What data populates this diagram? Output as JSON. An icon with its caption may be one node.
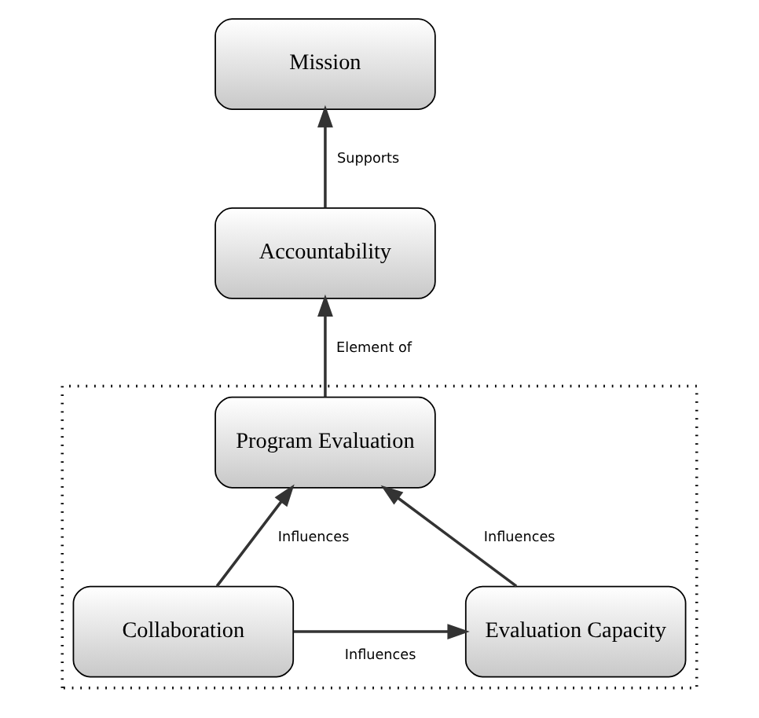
{
  "diagram": {
    "nodes": [
      {
        "text": [
          "Mission"
        ]
      },
      {
        "text": [
          "Accountability"
        ]
      },
      {
        "text": [],
        "shape": "box"
      },
      {
        "text": [
          "Program Evaluation"
        ],
        "in": 2
      },
      {
        "text": [
          "Collaboration"
        ],
        "in": 2
      },
      {
        "text": [
          "Evaluation Capacity"
        ],
        "in": 2
      }
    ],
    "edges": [
      {
        "from": 1,
        "to": 0,
        "arrow": "to",
        "label": "Supports"
      },
      {
        "from": 3,
        "to": 1,
        "arrow": "to",
        "label": "Element of"
      },
      {
        "from": 4,
        "to": 3,
        "arrow": "to",
        "label": "Influences"
      },
      {
        "from": 5,
        "to": 3,
        "arrow": "to",
        "label": "Influences"
      },
      {
        "from": 4,
        "to": 5,
        "arrow": "to",
        "label": "Influences"
      }
    ]
  }
}
